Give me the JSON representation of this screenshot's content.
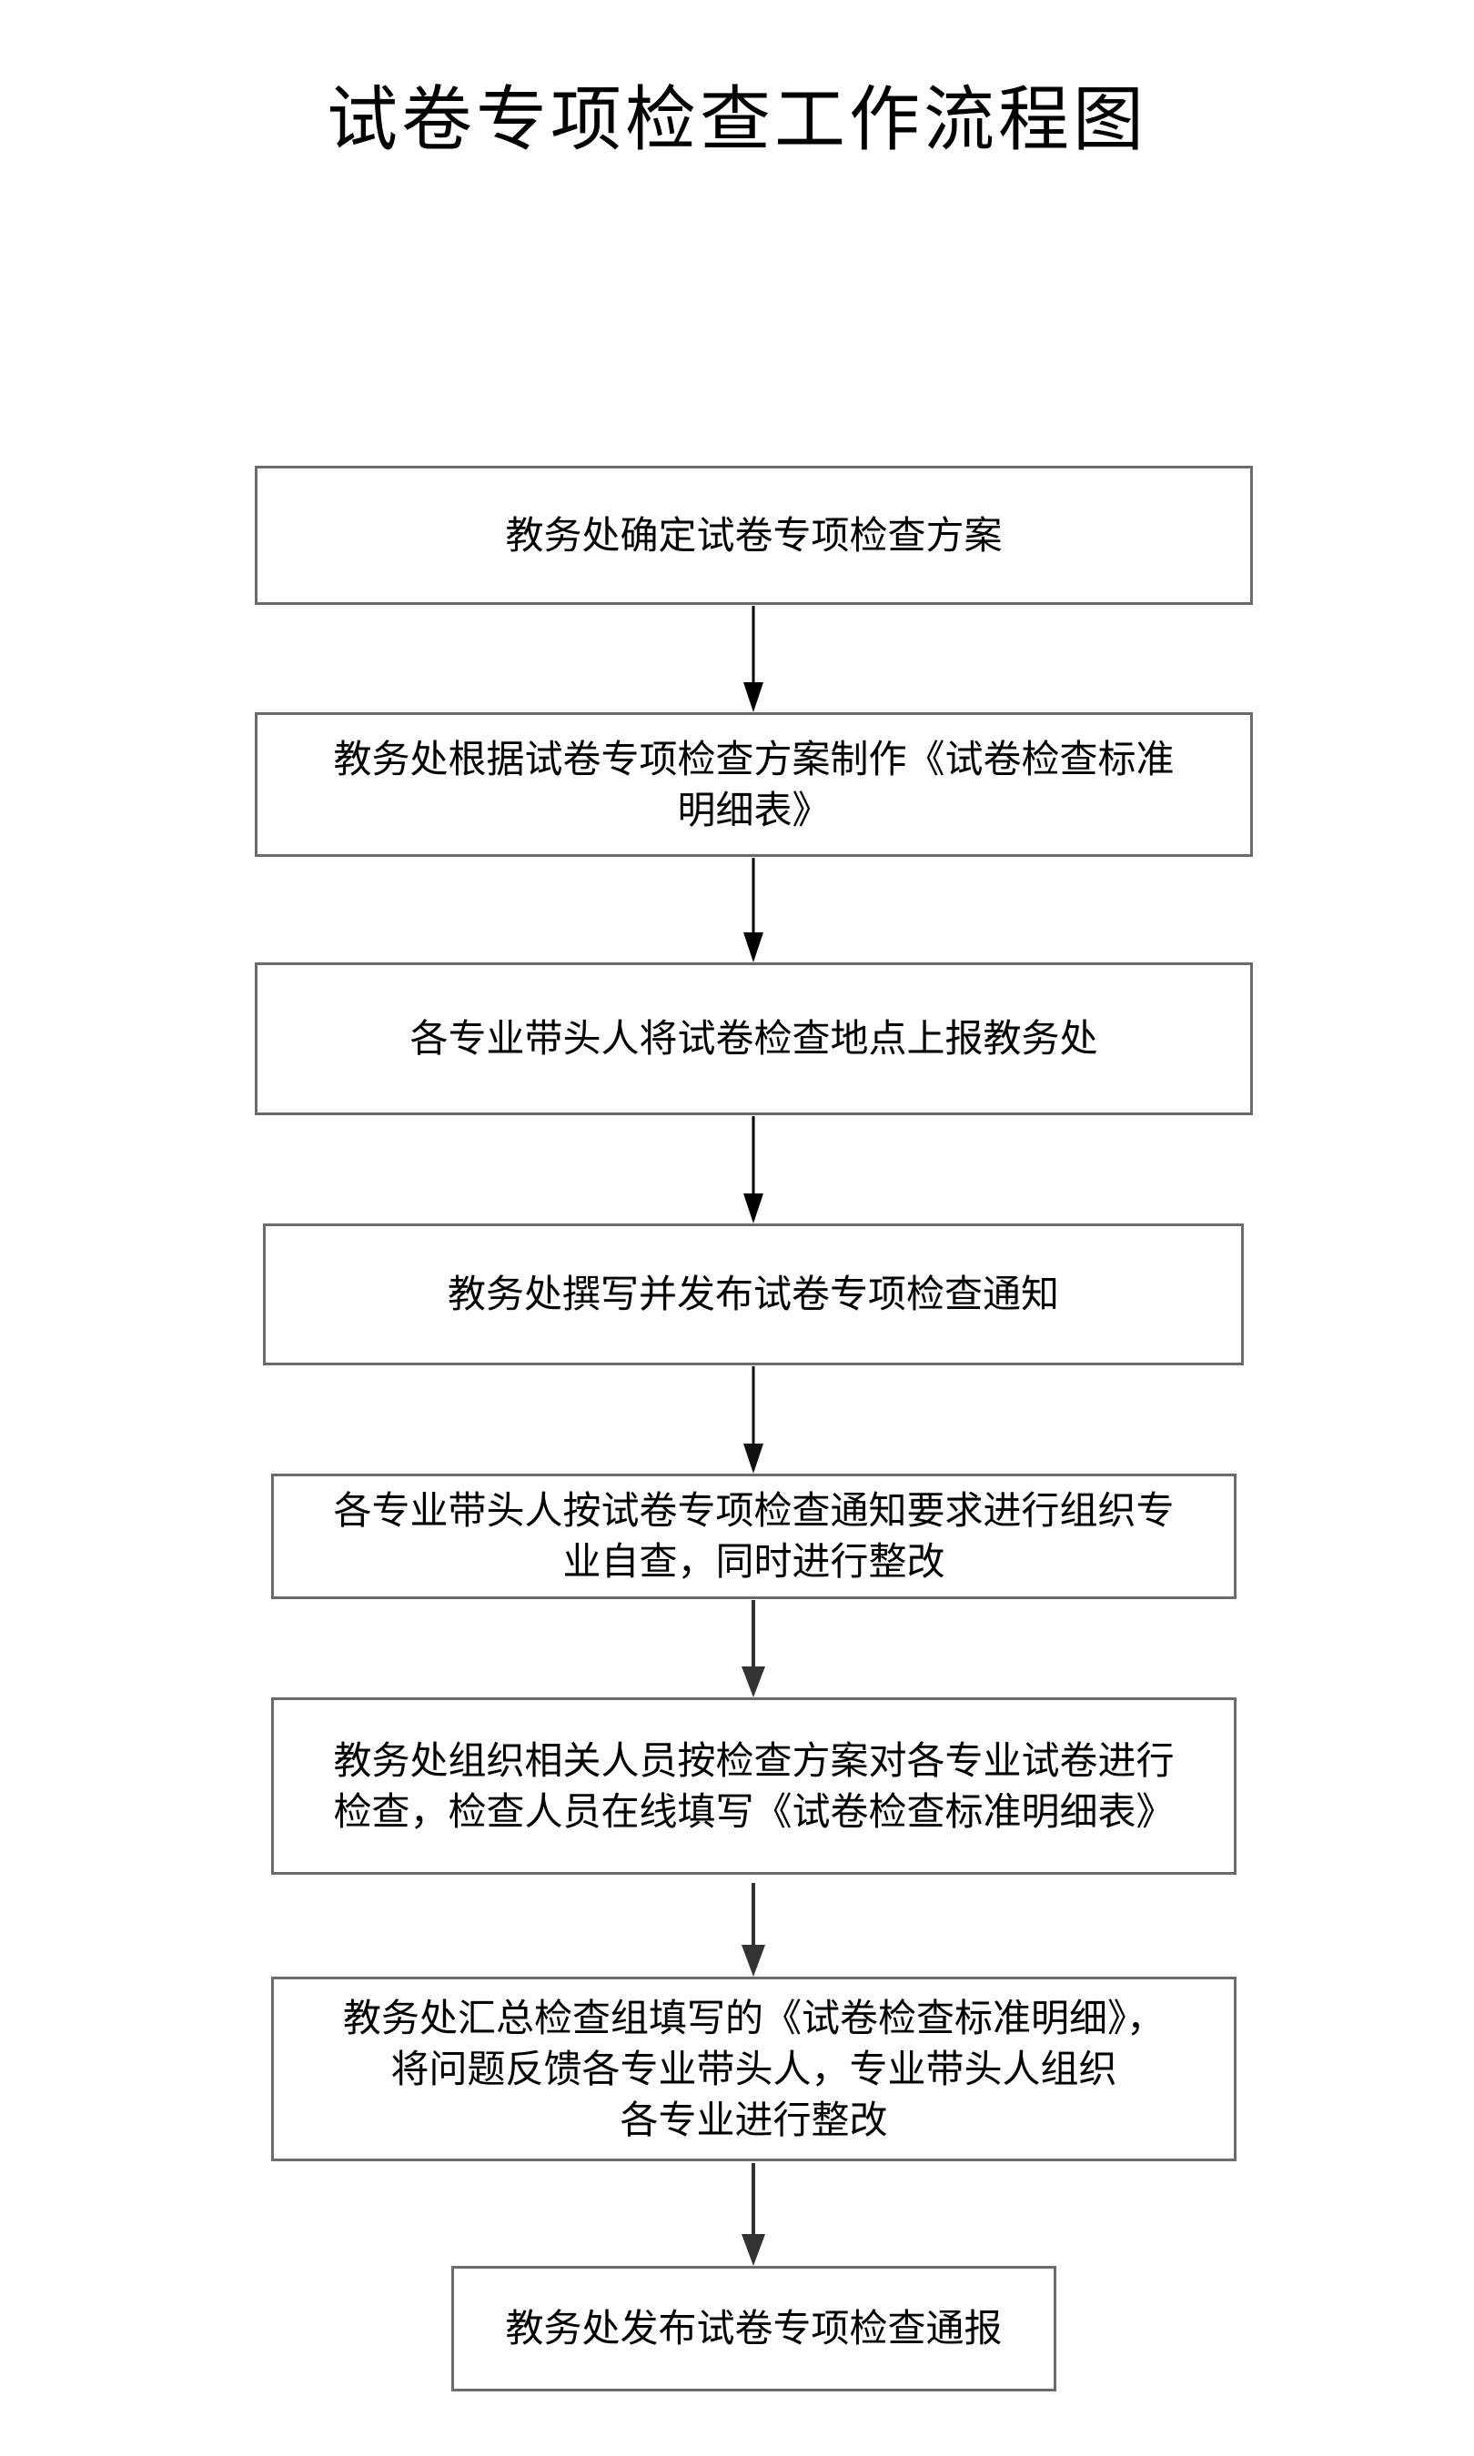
{
  "title": "试卷专项检查工作流程图",
  "steps": [
    {
      "text": "教务处确定试卷专项检查方案"
    },
    {
      "text": "教务处根据试卷专项检查方案制作《试卷检查标准\n明细表》"
    },
    {
      "text": "各专业带头人将试卷检查地点上报教务处"
    },
    {
      "text": "教务处撰写并发布试卷专项检查通知"
    },
    {
      "text": "各专业带头人按试卷专项检查通知要求进行组织专\n业自查，同时进行整改"
    },
    {
      "text": "教务处组织相关人员按检查方案对各专业试卷进行\n检查，检查人员在线填写《试卷检查标准明细表》"
    },
    {
      "text": "教务处汇总检查组填写的《试卷检查标准明细》，\n将问题反馈各专业带头人，专业带头人组织\n各专业进行整改"
    },
    {
      "text": "教务处发布试卷专项检查通报"
    }
  ],
  "colors": {
    "border": "#6b6b6b",
    "arrow": "#000000",
    "arrow_late": "#333333"
  }
}
